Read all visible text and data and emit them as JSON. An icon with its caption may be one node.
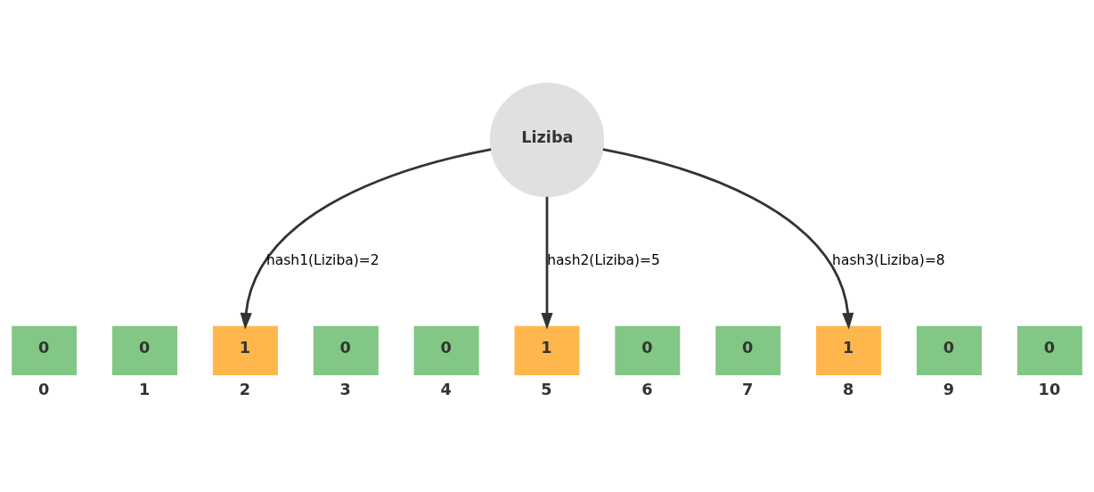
{
  "diagram": {
    "nodes": [
      {
        "text": [
          "Liziba"
        ]
      },
      {
        "text": [
          "0"
        ],
        "beside": [
          "0"
        ]
      },
      {
        "text": [
          "0"
        ],
        "beside": [
          "1"
        ]
      },
      {
        "text": [
          "1"
        ],
        "beside": [
          "2"
        ]
      },
      {
        "text": [
          "0"
        ],
        "beside": [
          "3"
        ]
      },
      {
        "text": [
          "0"
        ],
        "beside": [
          "4"
        ]
      },
      {
        "text": [
          "1"
        ],
        "beside": [
          "5"
        ]
      },
      {
        "text": [
          "0"
        ],
        "beside": [
          "6"
        ]
      },
      {
        "text": [
          "0"
        ],
        "beside": [
          "7"
        ]
      },
      {
        "text": [
          "1"
        ],
        "beside": [
          "8"
        ]
      },
      {
        "text": [
          "0"
        ],
        "beside": [
          "9"
        ]
      },
      {
        "text": [
          "0"
        ],
        "beside": [
          "10"
        ]
      }
    ],
    "edges": [
      {
        "from": 0,
        "to": 3,
        "arrow": "to",
        "label": "hash1(Liziba)=2"
      },
      {
        "from": 0,
        "to": 6,
        "arrow": "to",
        "label": "hash2(Liziba)=5"
      },
      {
        "from": 0,
        "to": 9,
        "arrow": "to",
        "label": "hash3(Liziba)=8"
      }
    ]
  }
}
